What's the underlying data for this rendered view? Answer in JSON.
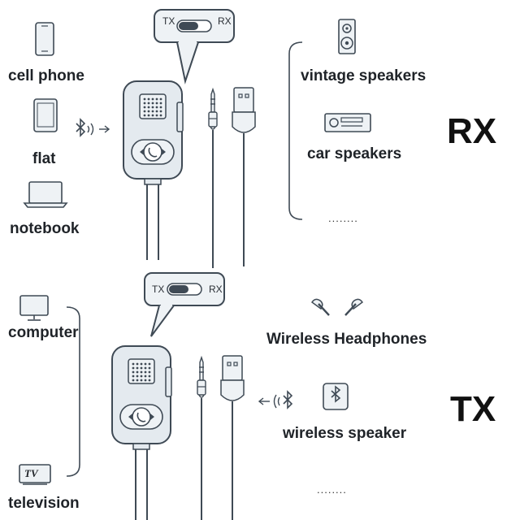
{
  "rx_section": {
    "mode_label": "RX",
    "switch": {
      "left": "TX",
      "right": "RX"
    },
    "sources": [
      {
        "label": "cell phone",
        "icon": "phone-icon"
      },
      {
        "label": "flat",
        "icon": "tablet-icon"
      },
      {
        "label": "notebook",
        "icon": "laptop-icon"
      }
    ],
    "outputs": [
      {
        "label": "vintage speakers",
        "icon": "speaker-icon"
      },
      {
        "label": "car speakers",
        "icon": "car-stereo-icon"
      }
    ],
    "more": "........"
  },
  "tx_section": {
    "mode_label": "TX",
    "switch": {
      "left": "TX",
      "right": "RX"
    },
    "sources": [
      {
        "label": "computer",
        "icon": "monitor-icon"
      },
      {
        "label": "television",
        "icon": "tv-icon",
        "badge": "TV"
      }
    ],
    "outputs": [
      {
        "label": "Wireless Headphones",
        "icon": "earbuds-icon"
      },
      {
        "label": "wireless speaker",
        "icon": "bluetooth-speaker-icon"
      }
    ],
    "more": "........"
  },
  "colors": {
    "line": "#3f4a55",
    "device_fill": "#e4eaef",
    "accent": "#1f2328"
  }
}
